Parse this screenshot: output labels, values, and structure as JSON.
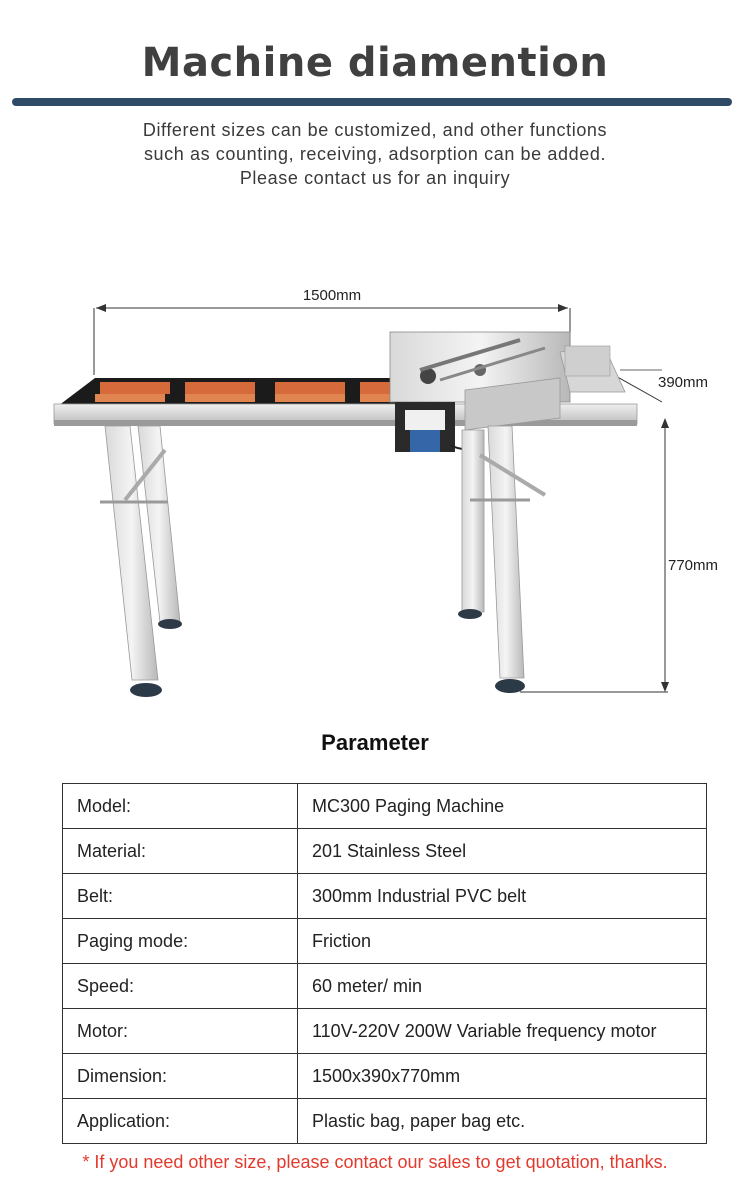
{
  "header": {
    "title": "Machine diamention",
    "subtitle_lines": [
      "Different sizes can be customized, and other functions",
      "such as counting, receiving, adsorption can be added.",
      "Please contact us for an inquiry"
    ]
  },
  "diagram": {
    "length_label": "1500mm",
    "width_label": "390mm",
    "height_label": "770mm"
  },
  "parameters": {
    "title": "Parameter",
    "rows": [
      {
        "label": "Model:",
        "value": "MC300 Paging Machine"
      },
      {
        "label": "Material:",
        "value": "201 Stainless Steel"
      },
      {
        "label": "Belt:",
        "value": "300mm Industrial PVC belt"
      },
      {
        "label": "Paging mode:",
        "value": "Friction"
      },
      {
        "label": "Speed:",
        "value": "60 meter/ min"
      },
      {
        "label": "Motor:",
        "value": "110V-220V 200W Variable frequency motor"
      },
      {
        "label": "Dimension:",
        "value": "1500x390x770mm"
      },
      {
        "label": "Application:",
        "value": "Plastic bag, paper bag etc."
      }
    ]
  },
  "footer": {
    "note": "* If you need other size, please contact our sales to get quotation, thanks."
  },
  "colors": {
    "title_bar": "#2f4a66",
    "note_text": "#e23a2e"
  }
}
